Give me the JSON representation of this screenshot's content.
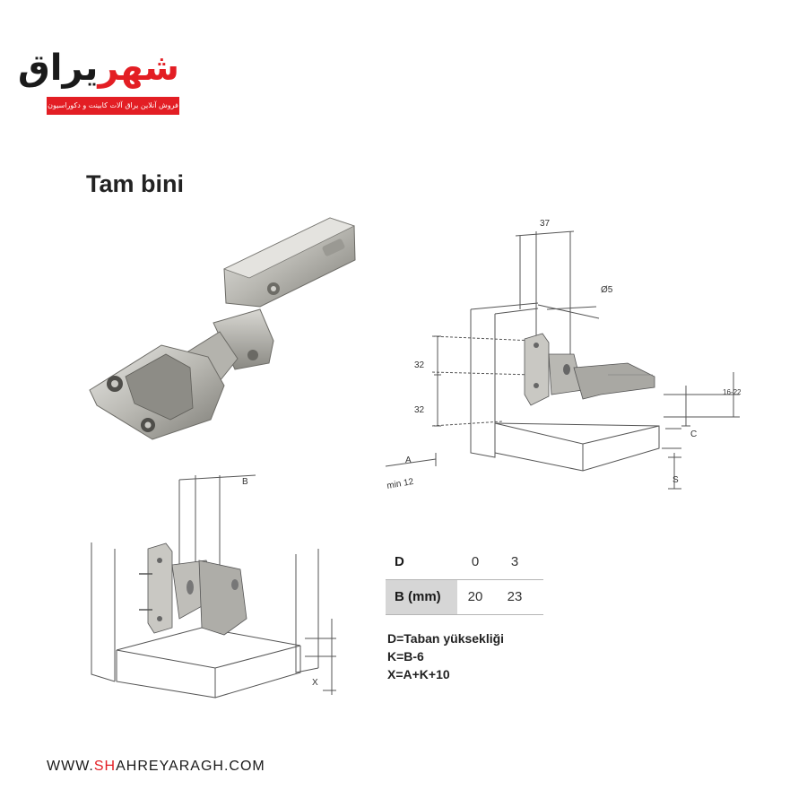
{
  "logo": {
    "word1": "شهر",
    "word2": "یراق",
    "tagline": "فروش آنلاین یراق آلات کابینت و دکوراسیون"
  },
  "title": "Tam bini",
  "diagram": {
    "dim_37": "37",
    "dim_d5": "Ø5",
    "dim_32_top": "32",
    "dim_32_bottom": "32",
    "label_a": "A",
    "label_min12": "min 12",
    "dim_16_22": "16-22",
    "label_c": "C",
    "label_s": "S",
    "label_b": "B",
    "label_x": "X"
  },
  "table": {
    "rows": [
      {
        "label": "D",
        "v1": "0",
        "v2": "3"
      },
      {
        "label": "B (mm)",
        "v1": "20",
        "v2": "23"
      }
    ]
  },
  "notes": [
    "D=Taban yüksekliği",
    "K=B-6",
    "X=A+K+10"
  ],
  "website": {
    "prefix": "WWW.",
    "highlight": "SH",
    "rest": "AHREYARAGH.COM"
  },
  "colors": {
    "brand_red": "#e31e24",
    "text_dark": "#1a1a1a"
  }
}
